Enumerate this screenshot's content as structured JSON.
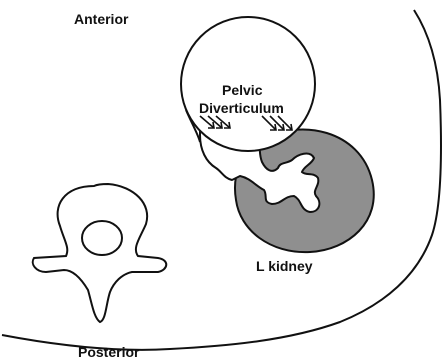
{
  "labels": {
    "anterior": "Anterior",
    "posterior": "Posterior",
    "pelvic_line1": "Pelvic",
    "pelvic_line2": "Diverticulum",
    "kidney": "L kidney"
  },
  "colors": {
    "ink": "#111111",
    "kidney_fill": "#8f8f8f",
    "background": "#ffffff"
  }
}
